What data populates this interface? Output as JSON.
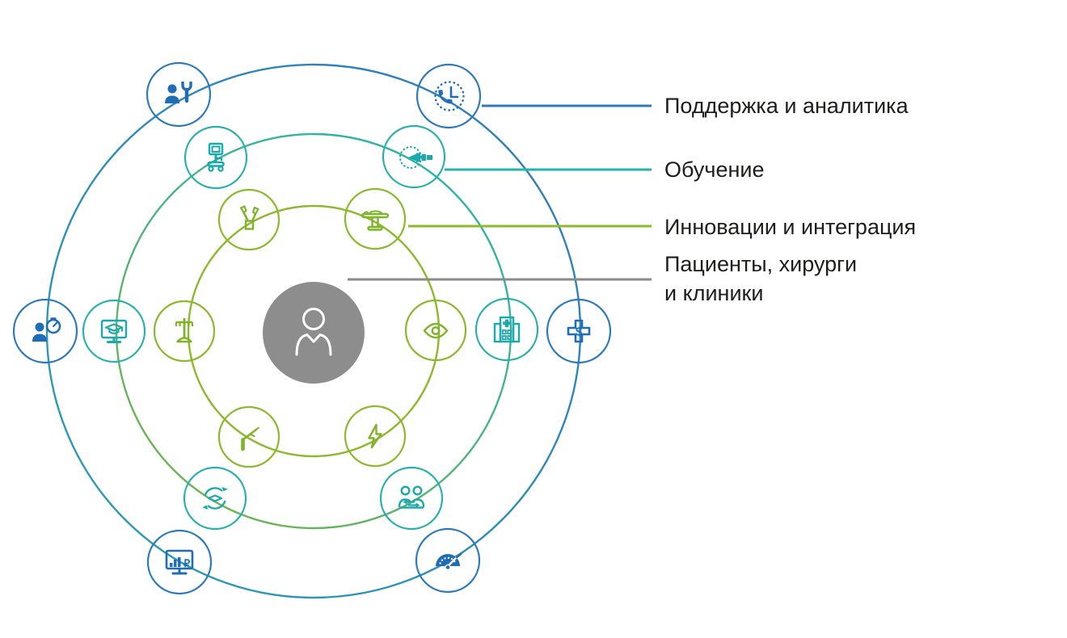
{
  "legend": {
    "items": [
      {
        "label": "Поддержка и аналитика",
        "color": "#2e7abc"
      },
      {
        "label": "Обучение",
        "color": "#29b1ae"
      },
      {
        "label": "Инновации и интеграция",
        "color": "#8cb92d"
      },
      {
        "label_line1": "Пациенты, хирурги",
        "label_line2": "и клиники",
        "color": "#8a8a8a"
      }
    ]
  },
  "rings": [
    {
      "name": "support-analytics",
      "label": "Поддержка и аналитика",
      "color": "#2e7abc",
      "icons": [
        "service-engineer-icon",
        "phone-support-icon",
        "rapid-response-icon",
        "healthcare-cost-icon",
        "analytics-monitor-icon",
        "performance-gauge-icon"
      ]
    },
    {
      "name": "training",
      "label": "Обучение",
      "color": "#29b1ae",
      "icons": [
        "training-cart-icon",
        "instrument-practice-icon",
        "e-learning-icon",
        "clinic-building-icon",
        "continuous-learning-icon",
        "knowledge-exchange-icon"
      ]
    },
    {
      "name": "innovation-integration",
      "label": "Инновации и интеграция",
      "color": "#8cb92d",
      "icons": [
        "robotic-arms-icon",
        "operating-table-icon",
        "equipment-stand-icon",
        "visualization-eye-icon",
        "laparoscopic-instrument-icon",
        "energy-icon"
      ]
    }
  ],
  "center": {
    "name": "patients-surgeons-clinics",
    "label": "Пациенты, хирурги и клиники",
    "icon": "person-icon",
    "color": "#8d8d8d"
  }
}
